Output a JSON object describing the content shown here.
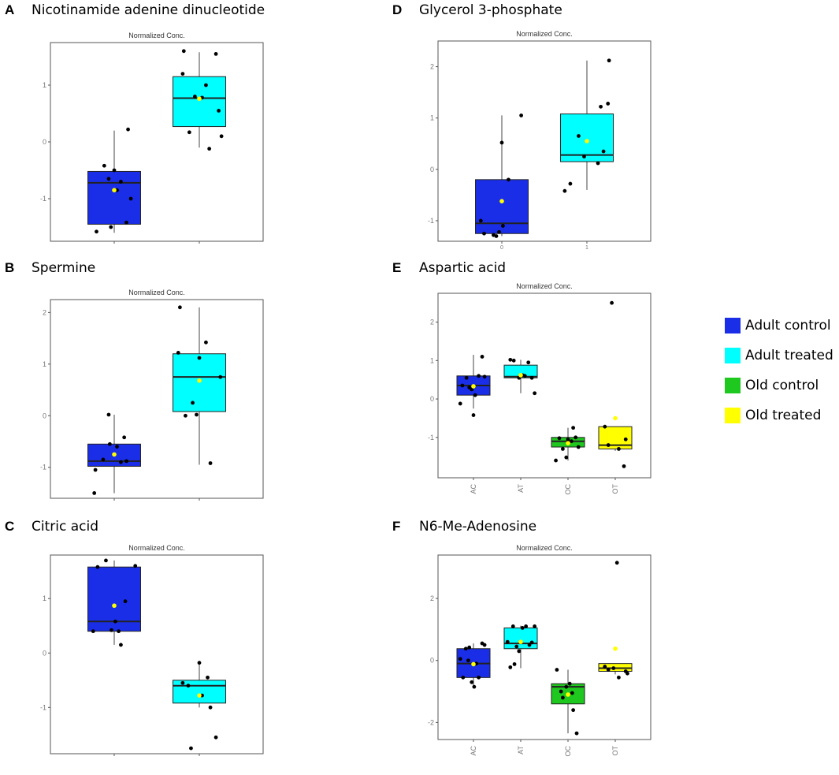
{
  "legend": {
    "items": [
      {
        "label": "Adult control",
        "color": "#1a2ee8"
      },
      {
        "label": "Adult treated",
        "color": "#00ffff"
      },
      {
        "label": "Old control",
        "color": "#1ec81e"
      },
      {
        "label": "Old treated",
        "color": "#ffff00"
      }
    ]
  },
  "colors": {
    "mean_marker": "#ffff00",
    "point": "#000000",
    "frame": "#555555",
    "tick_text": "#777777"
  },
  "chart_data": [
    {
      "letter": "A",
      "title": "Nicotinamide adenine dinucleotide",
      "subtitle": "Normalized Conc.",
      "type": "box",
      "ylim": [
        -1.75,
        1.75
      ],
      "yticks": [
        -1,
        0,
        1
      ],
      "yticklabels": [
        "-1",
        "0",
        "1"
      ],
      "categories": [],
      "grid": false,
      "groups": [
        {
          "color": "#1a2ee8",
          "q1": -1.45,
          "median": -0.72,
          "q3": -0.52,
          "whisker_low": -1.6,
          "whisker_high": 0.2,
          "mean": -0.85,
          "points": [
            [
              -0.32,
              -1.58
            ],
            [
              -0.18,
              -0.42
            ],
            [
              -0.1,
              -0.65
            ],
            [
              0.0,
              -0.5
            ],
            [
              0.12,
              -0.7
            ],
            [
              0.22,
              -1.42
            ],
            [
              0.3,
              -1.0
            ],
            [
              -0.06,
              -1.5
            ],
            [
              0.25,
              0.22
            ],
            [
              0.05,
              -0.85
            ]
          ]
        },
        {
          "color": "#00ffff",
          "q1": 0.27,
          "median": 0.77,
          "q3": 1.15,
          "whisker_low": -0.1,
          "whisker_high": 1.58,
          "mean": 0.76,
          "points": [
            [
              -0.28,
              1.6
            ],
            [
              -0.3,
              1.2
            ],
            [
              -0.18,
              0.17
            ],
            [
              -0.08,
              0.8
            ],
            [
              0.05,
              0.78
            ],
            [
              0.12,
              1.0
            ],
            [
              0.18,
              -0.12
            ],
            [
              0.3,
              1.55
            ],
            [
              0.35,
              0.55
            ],
            [
              0.4,
              0.1
            ]
          ]
        }
      ]
    },
    {
      "letter": "B",
      "title": "Spermine",
      "subtitle": "Normalized Conc.",
      "type": "box",
      "ylim": [
        -1.6,
        2.25
      ],
      "yticks": [
        -1,
        0,
        1,
        2
      ],
      "yticklabels": [
        "-1",
        "0",
        "1",
        "2"
      ],
      "categories": [],
      "grid": false,
      "groups": [
        {
          "color": "#1a2ee8",
          "q1": -0.98,
          "median": -0.88,
          "q3": -0.55,
          "whisker_low": -1.5,
          "whisker_high": 0.02,
          "mean": -0.75,
          "points": [
            [
              -0.34,
              -1.05
            ],
            [
              -0.36,
              -1.5
            ],
            [
              -0.1,
              0.02
            ],
            [
              -0.08,
              -0.55
            ],
            [
              0.05,
              -0.6
            ],
            [
              0.12,
              -0.9
            ],
            [
              0.22,
              -0.88
            ],
            [
              0.18,
              -0.42
            ],
            [
              -0.2,
              -0.85
            ]
          ]
        },
        {
          "color": "#00ffff",
          "q1": 0.08,
          "median": 0.75,
          "q3": 1.2,
          "whisker_low": -0.95,
          "whisker_high": 2.1,
          "mean": 0.68,
          "points": [
            [
              -0.35,
              2.1
            ],
            [
              -0.38,
              1.22
            ],
            [
              -0.25,
              0.0
            ],
            [
              -0.12,
              0.25
            ],
            [
              -0.05,
              0.02
            ],
            [
              0.0,
              1.12
            ],
            [
              0.12,
              1.42
            ],
            [
              0.2,
              -0.92
            ],
            [
              0.38,
              0.75
            ]
          ]
        }
      ]
    },
    {
      "letter": "C",
      "title": "Citric acid",
      "subtitle": "Normalized Conc.",
      "type": "box",
      "ylim": [
        -1.85,
        1.8
      ],
      "yticks": [
        -1,
        0,
        1
      ],
      "yticklabels": [
        "-1",
        "0",
        "1"
      ],
      "categories": [],
      "grid": false,
      "groups": [
        {
          "color": "#1a2ee8",
          "q1": 0.4,
          "median": 0.58,
          "q3": 1.58,
          "whisker_low": 0.15,
          "whisker_high": 1.7,
          "mean": 0.87,
          "points": [
            [
              -0.38,
              0.4
            ],
            [
              -0.3,
              1.58
            ],
            [
              -0.15,
              1.7
            ],
            [
              -0.05,
              0.42
            ],
            [
              0.02,
              0.58
            ],
            [
              0.08,
              0.4
            ],
            [
              0.12,
              0.15
            ],
            [
              0.2,
              0.95
            ],
            [
              0.38,
              1.6
            ]
          ]
        },
        {
          "color": "#00ffff",
          "q1": -0.92,
          "median": -0.6,
          "q3": -0.5,
          "whisker_low": -1.0,
          "whisker_high": -0.18,
          "mean": -0.78,
          "points": [
            [
              -0.3,
              -0.55
            ],
            [
              -0.15,
              -1.75
            ],
            [
              -0.2,
              -0.6
            ],
            [
              0.0,
              -0.18
            ],
            [
              0.15,
              -0.45
            ],
            [
              0.2,
              -1.0
            ],
            [
              0.3,
              -1.55
            ],
            [
              0.05,
              -0.78
            ]
          ]
        }
      ]
    },
    {
      "letter": "D",
      "title": "Glycerol 3-phosphate",
      "subtitle": "Normalized Conc.",
      "type": "box",
      "ylim": [
        -1.4,
        2.5
      ],
      "yticks": [
        -1,
        0,
        1,
        2
      ],
      "yticklabels": [
        "-1",
        "0",
        "1",
        "2"
      ],
      "categories": [
        "0",
        "1"
      ],
      "grid": false,
      "groups": [
        {
          "color": "#1a2ee8",
          "q1": -1.25,
          "median": -1.05,
          "q3": -0.2,
          "whisker_low": -1.3,
          "whisker_high": 1.05,
          "mean": -0.62,
          "points": [
            [
              -0.38,
              -1.0
            ],
            [
              -0.32,
              -1.25
            ],
            [
              -0.15,
              -1.28
            ],
            [
              -0.05,
              -1.22
            ],
            [
              0.0,
              0.52
            ],
            [
              -0.1,
              -1.3
            ],
            [
              0.12,
              -0.2
            ],
            [
              0.35,
              1.05
            ],
            [
              0.02,
              -1.1
            ]
          ]
        },
        {
          "color": "#00ffff",
          "q1": 0.15,
          "median": 0.28,
          "q3": 1.08,
          "whisker_low": -0.4,
          "whisker_high": 2.12,
          "mean": 0.55,
          "points": [
            [
              -0.4,
              -0.42
            ],
            [
              -0.3,
              -0.28
            ],
            [
              -0.15,
              0.65
            ],
            [
              -0.05,
              0.25
            ],
            [
              0.2,
              0.12
            ],
            [
              0.25,
              1.22
            ],
            [
              0.3,
              0.35
            ],
            [
              0.38,
              1.28
            ],
            [
              0.4,
              2.12
            ]
          ]
        }
      ]
    },
    {
      "letter": "E",
      "title": "Aspartic acid",
      "subtitle": "Normalized Conc.",
      "type": "box",
      "ylim": [
        -2.05,
        2.75
      ],
      "yticks": [
        -1,
        0,
        1,
        2
      ],
      "yticklabels": [
        "-1",
        "0",
        "1",
        "2"
      ],
      "categories": [
        "AC",
        "AT",
        "OC",
        "OT"
      ],
      "grid": false,
      "groups": [
        {
          "color": "#1a2ee8",
          "q1": 0.1,
          "median": 0.35,
          "q3": 0.6,
          "whisker_low": -0.25,
          "whisker_high": 1.15,
          "mean": 0.33,
          "points": [
            [
              -0.38,
              -0.12
            ],
            [
              -0.32,
              0.35
            ],
            [
              -0.2,
              0.55
            ],
            [
              -0.12,
              0.3
            ],
            [
              -0.05,
              0.25
            ],
            [
              0.0,
              -0.42
            ],
            [
              0.05,
              0.1
            ],
            [
              0.15,
              0.6
            ],
            [
              0.25,
              1.1
            ],
            [
              0.32,
              0.58
            ]
          ]
        },
        {
          "color": "#00ffff",
          "q1": 0.55,
          "median": 0.58,
          "q3": 0.88,
          "whisker_low": 0.15,
          "whisker_high": 1.02,
          "mean": 0.62,
          "points": [
            [
              -0.3,
              1.02
            ],
            [
              -0.2,
              1.0
            ],
            [
              -0.05,
              0.55
            ],
            [
              0.05,
              0.62
            ],
            [
              0.12,
              0.6
            ],
            [
              0.22,
              0.95
            ],
            [
              0.32,
              0.55
            ],
            [
              0.4,
              0.15
            ]
          ]
        },
        {
          "color": "#1ec81e",
          "q1": -1.25,
          "median": -1.1,
          "q3": -1.0,
          "whisker_low": -1.6,
          "whisker_high": -0.75,
          "mean": -1.15,
          "points": [
            [
              -0.35,
              -1.6
            ],
            [
              -0.25,
              -1.02
            ],
            [
              -0.15,
              -1.3
            ],
            [
              0.0,
              -1.05
            ],
            [
              0.1,
              -1.1
            ],
            [
              0.15,
              -0.75
            ],
            [
              0.22,
              -1.0
            ],
            [
              0.3,
              -1.25
            ],
            [
              -0.05,
              -1.52
            ]
          ]
        },
        {
          "color": "#ffff00",
          "q1": -1.3,
          "median": -1.2,
          "q3": -0.72,
          "whisker_low": -1.35,
          "whisker_high": -0.72,
          "mean": -0.5,
          "points": [
            [
              -0.3,
              -0.72
            ],
            [
              -0.2,
              -1.2
            ],
            [
              0.1,
              -1.3
            ],
            [
              0.25,
              -1.75
            ],
            [
              -0.1,
              2.5
            ],
            [
              0.3,
              -1.05
            ]
          ]
        }
      ]
    },
    {
      "letter": "F",
      "title": "N6-Me-Adenosine",
      "subtitle": "Normalized Conc.",
      "type": "box",
      "ylim": [
        -2.55,
        3.4
      ],
      "yticks": [
        -2,
        0,
        2
      ],
      "yticklabels": [
        "-2",
        "0",
        "2"
      ],
      "categories": [
        "AC",
        "AT",
        "OC",
        "OT"
      ],
      "grid": false,
      "groups": [
        {
          "color": "#1a2ee8",
          "q1": -0.55,
          "median": -0.1,
          "q3": 0.38,
          "whisker_low": -0.85,
          "whisker_high": 0.55,
          "mean": -0.12,
          "points": [
            [
              -0.38,
              0.05
            ],
            [
              -0.3,
              -0.55
            ],
            [
              -0.22,
              0.38
            ],
            [
              -0.12,
              0.42
            ],
            [
              -0.05,
              -0.7
            ],
            [
              0.02,
              -0.85
            ],
            [
              0.08,
              -0.1
            ],
            [
              0.15,
              -0.55
            ],
            [
              0.25,
              0.55
            ],
            [
              0.32,
              0.5
            ],
            [
              -0.15,
              0.0
            ]
          ]
        },
        {
          "color": "#00ffff",
          "q1": 0.38,
          "median": 0.55,
          "q3": 1.05,
          "whisker_low": -0.25,
          "whisker_high": 1.12,
          "mean": 0.6,
          "points": [
            [
              -0.38,
              0.6
            ],
            [
              -0.3,
              -0.22
            ],
            [
              -0.22,
              1.1
            ],
            [
              -0.12,
              0.45
            ],
            [
              -0.05,
              0.3
            ],
            [
              0.05,
              1.05
            ],
            [
              0.15,
              1.1
            ],
            [
              0.25,
              0.5
            ],
            [
              0.32,
              0.58
            ],
            [
              0.4,
              1.1
            ],
            [
              -0.18,
              -0.12
            ]
          ]
        },
        {
          "color": "#1ec81e",
          "q1": -1.4,
          "median": -0.85,
          "q3": -0.75,
          "whisker_low": -2.35,
          "whisker_high": -0.3,
          "mean": -1.1,
          "points": [
            [
              -0.32,
              -0.3
            ],
            [
              -0.2,
              -1.0
            ],
            [
              -0.05,
              -0.85
            ],
            [
              0.05,
              -0.75
            ],
            [
              0.15,
              -1.6
            ],
            [
              0.25,
              -2.35
            ],
            [
              -0.15,
              -1.2
            ],
            [
              0.12,
              -1.05
            ]
          ]
        },
        {
          "color": "#ffff00",
          "q1": -0.35,
          "median": -0.25,
          "q3": -0.1,
          "whisker_low": -0.45,
          "whisker_high": -0.1,
          "mean": 0.38,
          "points": [
            [
              -0.3,
              -0.2
            ],
            [
              -0.2,
              -0.3
            ],
            [
              -0.05,
              -0.25
            ],
            [
              0.1,
              -0.55
            ],
            [
              0.05,
              3.15
            ],
            [
              0.3,
              -0.35
            ],
            [
              0.35,
              -0.42
            ]
          ]
        }
      ]
    }
  ]
}
